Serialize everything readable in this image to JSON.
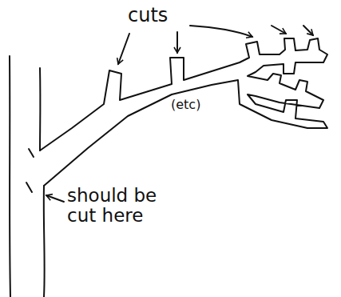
{
  "diagram": {
    "labels": [
      "cuts",
      "(etc)",
      "should be cut here"
    ]
  }
}
